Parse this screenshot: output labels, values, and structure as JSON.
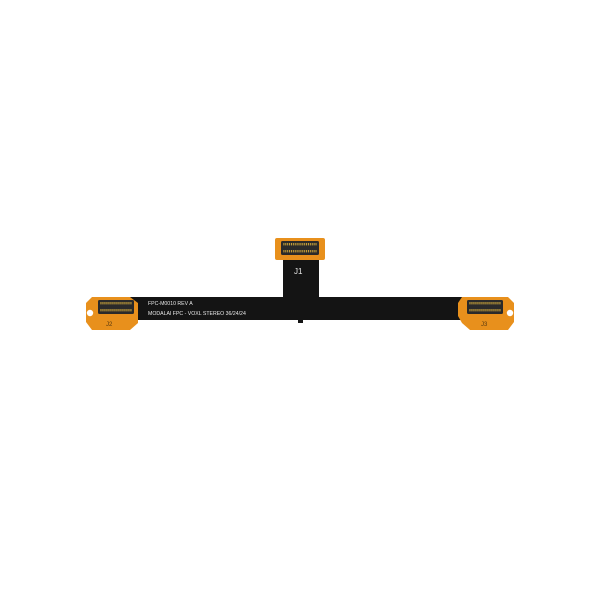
{
  "labels": {
    "part_number": "FPC-M0010 REV A",
    "description": "MODALAI FPC - VOXL STEREO 36/24/24",
    "connector_top": "J1",
    "connector_left": "J2",
    "connector_right": "J3"
  },
  "colors": {
    "flex_body": "#141414",
    "stiffener": "#e8901c",
    "connector": "#2a2a2a",
    "contact": "#c8a23a",
    "silkscreen": "#e8e8e8"
  }
}
